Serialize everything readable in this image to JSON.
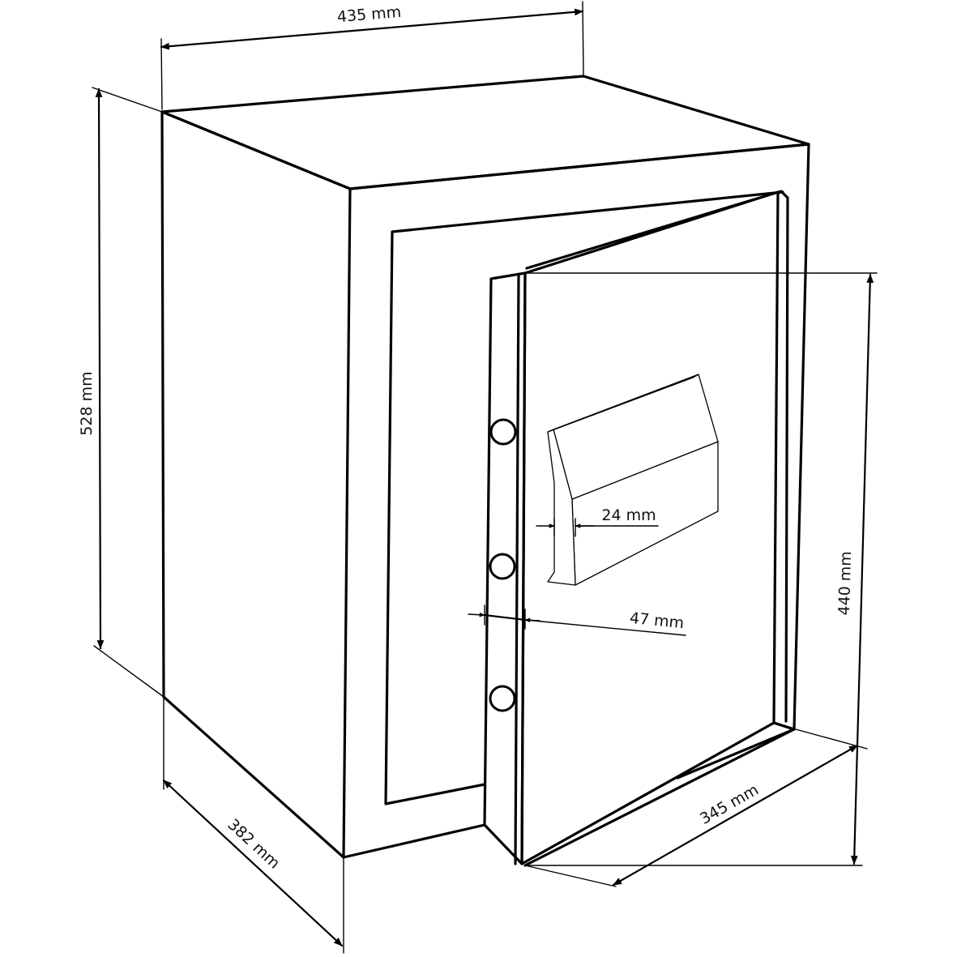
{
  "dimensions": {
    "width": "435 mm",
    "height": "528 mm",
    "depth": "382 mm",
    "door_height": "440 mm",
    "door_width": "345 mm",
    "handle_thickness": "24 mm",
    "door_thickness": "47 mm"
  },
  "icons": {
    "safe": "safe-outline-drawing"
  }
}
